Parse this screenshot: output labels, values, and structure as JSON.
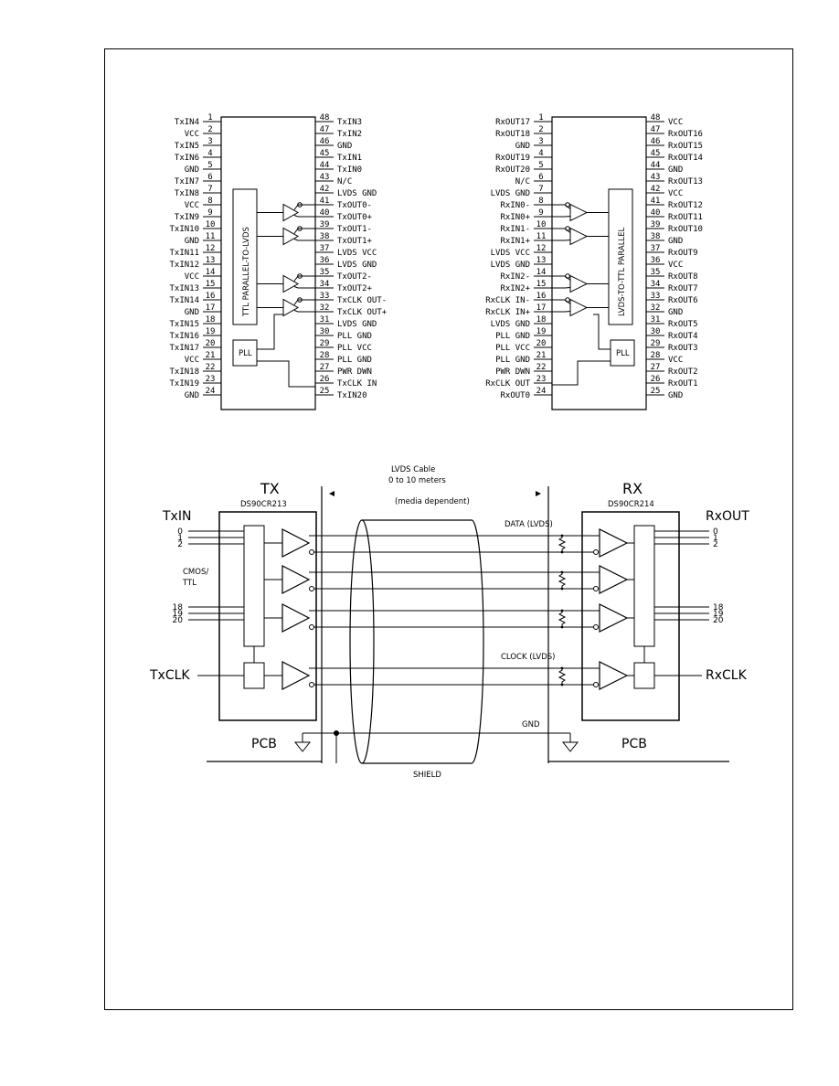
{
  "tx_pinout": {
    "block_label": "TTL PARALLEL-TO-LVDS",
    "pll_label": "PLL",
    "left_pins": [
      {
        "num": "1",
        "name": "TxIN4"
      },
      {
        "num": "2",
        "name": "VCC"
      },
      {
        "num": "3",
        "name": "TxIN5"
      },
      {
        "num": "4",
        "name": "TxIN6"
      },
      {
        "num": "5",
        "name": "GND"
      },
      {
        "num": "6",
        "name": "TxIN7"
      },
      {
        "num": "7",
        "name": "TxIN8"
      },
      {
        "num": "8",
        "name": "VCC"
      },
      {
        "num": "9",
        "name": "TxIN9"
      },
      {
        "num": "10",
        "name": "TxIN10"
      },
      {
        "num": "11",
        "name": "GND"
      },
      {
        "num": "12",
        "name": "TxIN11"
      },
      {
        "num": "13",
        "name": "TxIN12"
      },
      {
        "num": "14",
        "name": "VCC"
      },
      {
        "num": "15",
        "name": "TxIN13"
      },
      {
        "num": "16",
        "name": "TxIN14"
      },
      {
        "num": "17",
        "name": "GND"
      },
      {
        "num": "18",
        "name": "TxIN15"
      },
      {
        "num": "19",
        "name": "TxIN16"
      },
      {
        "num": "20",
        "name": "TxIN17"
      },
      {
        "num": "21",
        "name": "VCC"
      },
      {
        "num": "22",
        "name": "TxIN18"
      },
      {
        "num": "23",
        "name": "TxIN19"
      },
      {
        "num": "24",
        "name": "GND"
      }
    ],
    "right_pins": [
      {
        "num": "48",
        "name": "TxIN3"
      },
      {
        "num": "47",
        "name": "TxIN2"
      },
      {
        "num": "46",
        "name": "GND"
      },
      {
        "num": "45",
        "name": "TxIN1"
      },
      {
        "num": "44",
        "name": "TxIN0"
      },
      {
        "num": "43",
        "name": "N/C"
      },
      {
        "num": "42",
        "name": "LVDS GND"
      },
      {
        "num": "41",
        "name": "TxOUT0-"
      },
      {
        "num": "40",
        "name": "TxOUT0+"
      },
      {
        "num": "39",
        "name": "TxOUT1-"
      },
      {
        "num": "38",
        "name": "TxOUT1+"
      },
      {
        "num": "37",
        "name": "LVDS VCC"
      },
      {
        "num": "36",
        "name": "LVDS GND"
      },
      {
        "num": "35",
        "name": "TxOUT2-"
      },
      {
        "num": "34",
        "name": "TxOUT2+"
      },
      {
        "num": "33",
        "name": "TxCLK OUT-"
      },
      {
        "num": "32",
        "name": "TxCLK OUT+"
      },
      {
        "num": "31",
        "name": "LVDS GND"
      },
      {
        "num": "30",
        "name": "PLL GND"
      },
      {
        "num": "29",
        "name": "PLL VCC"
      },
      {
        "num": "28",
        "name": "PLL GND"
      },
      {
        "num": "27",
        "name": "PWR DWN"
      },
      {
        "num": "26",
        "name": "TxCLK IN"
      },
      {
        "num": "25",
        "name": "TxIN20"
      }
    ]
  },
  "rx_pinout": {
    "block_label": "LVDS-TO-TTL PARALLEL",
    "pll_label": "PLL",
    "left_pins": [
      {
        "num": "1",
        "name": "RxOUT17"
      },
      {
        "num": "2",
        "name": "RxOUT18"
      },
      {
        "num": "3",
        "name": "GND"
      },
      {
        "num": "4",
        "name": "RxOUT19"
      },
      {
        "num": "5",
        "name": "RxOUT20"
      },
      {
        "num": "6",
        "name": "N/C"
      },
      {
        "num": "7",
        "name": "LVDS GND"
      },
      {
        "num": "8",
        "name": "RxIN0-"
      },
      {
        "num": "9",
        "name": "RxIN0+"
      },
      {
        "num": "10",
        "name": "RxIN1-"
      },
      {
        "num": "11",
        "name": "RxIN1+"
      },
      {
        "num": "12",
        "name": "LVDS VCC"
      },
      {
        "num": "13",
        "name": "LVDS GND"
      },
      {
        "num": "14",
        "name": "RxIN2-"
      },
      {
        "num": "15",
        "name": "RxIN2+"
      },
      {
        "num": "16",
        "name": "RxCLK IN-"
      },
      {
        "num": "17",
        "name": "RxCLK IN+"
      },
      {
        "num": "18",
        "name": "LVDS GND"
      },
      {
        "num": "19",
        "name": "PLL GND"
      },
      {
        "num": "20",
        "name": "PLL VCC"
      },
      {
        "num": "21",
        "name": "PLL GND"
      },
      {
        "num": "22",
        "name": "PWR DWN"
      },
      {
        "num": "23",
        "name": "RxCLK OUT"
      },
      {
        "num": "24",
        "name": "RxOUT0"
      }
    ],
    "right_pins": [
      {
        "num": "48",
        "name": "VCC"
      },
      {
        "num": "47",
        "name": "RxOUT16"
      },
      {
        "num": "46",
        "name": "RxOUT15"
      },
      {
        "num": "45",
        "name": "RxOUT14"
      },
      {
        "num": "44",
        "name": "GND"
      },
      {
        "num": "43",
        "name": "RxOUT13"
      },
      {
        "num": "42",
        "name": "VCC"
      },
      {
        "num": "41",
        "name": "RxOUT12"
      },
      {
        "num": "40",
        "name": "RxOUT11"
      },
      {
        "num": "39",
        "name": "RxOUT10"
      },
      {
        "num": "38",
        "name": "GND"
      },
      {
        "num": "37",
        "name": "RxOUT9"
      },
      {
        "num": "36",
        "name": "VCC"
      },
      {
        "num": "35",
        "name": "RxOUT8"
      },
      {
        "num": "34",
        "name": "RxOUT7"
      },
      {
        "num": "33",
        "name": "RxOUT6"
      },
      {
        "num": "32",
        "name": "GND"
      },
      {
        "num": "31",
        "name": "RxOUT5"
      },
      {
        "num": "30",
        "name": "RxOUT4"
      },
      {
        "num": "29",
        "name": "RxOUT3"
      },
      {
        "num": "28",
        "name": "VCC"
      },
      {
        "num": "27",
        "name": "RxOUT2"
      },
      {
        "num": "26",
        "name": "RxOUT1"
      },
      {
        "num": "25",
        "name": "GND"
      }
    ]
  },
  "system": {
    "tx_title": "TX",
    "tx_part": "DS90CR213",
    "rx_title": "RX",
    "rx_part": "DS90CR214",
    "txin_label": "TxIN",
    "rxout_label": "RxOUT",
    "txclk_label": "TxCLK",
    "rxclk_label": "RxCLK",
    "cmos_ttl_label": "CMOS/\nTTL",
    "input_indices": [
      "0",
      "1",
      "2",
      "18",
      "19",
      "20"
    ],
    "cable_label": "LVDS Cable\n0 to 10 meters",
    "media_label": "(media dependent)",
    "data_label": "DATA (LVDS)",
    "clock_label": "CLOCK (LVDS)",
    "gnd_label": "GND",
    "pcb_label": "PCB",
    "shield_label": "SHIELD"
  }
}
